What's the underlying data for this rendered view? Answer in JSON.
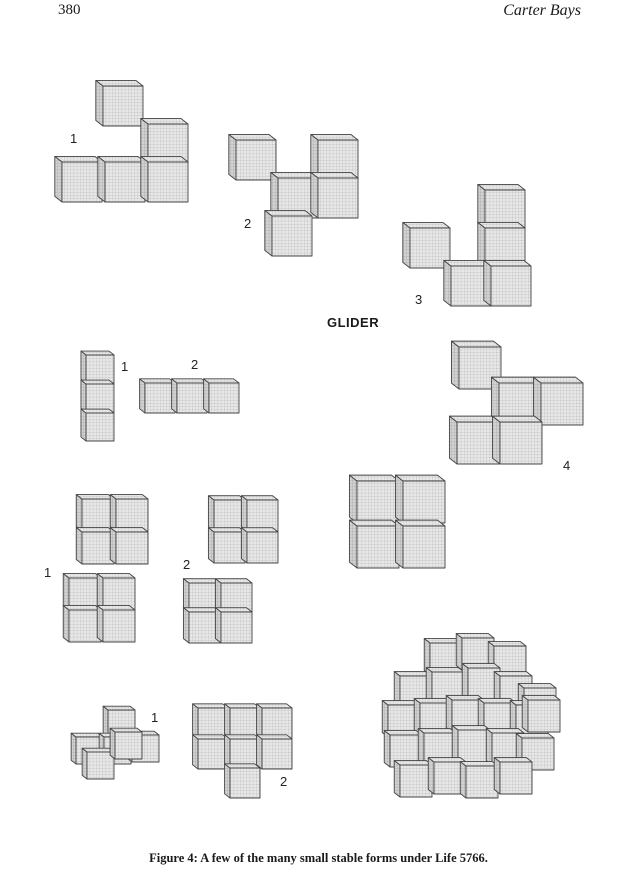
{
  "header": {
    "page_number": "380",
    "running_head": "Carter Bays"
  },
  "figure": {
    "glider_title": "GLIDER",
    "glider_labels": [
      "1",
      "2",
      "3",
      "4"
    ],
    "row2_labels": [
      "1",
      "2"
    ],
    "row3_labels": [
      "1",
      "2"
    ],
    "row4_labels": [
      "1",
      "2"
    ],
    "caption": "Figure 4: A few of the many small stable forms under Life 5766."
  },
  "colors": {
    "cube_front": "#e6e6e6",
    "cube_top": "#f4f4f4",
    "cube_side": "#cfcfcf",
    "grid": "#9a9a9a",
    "edge": "#444444"
  }
}
